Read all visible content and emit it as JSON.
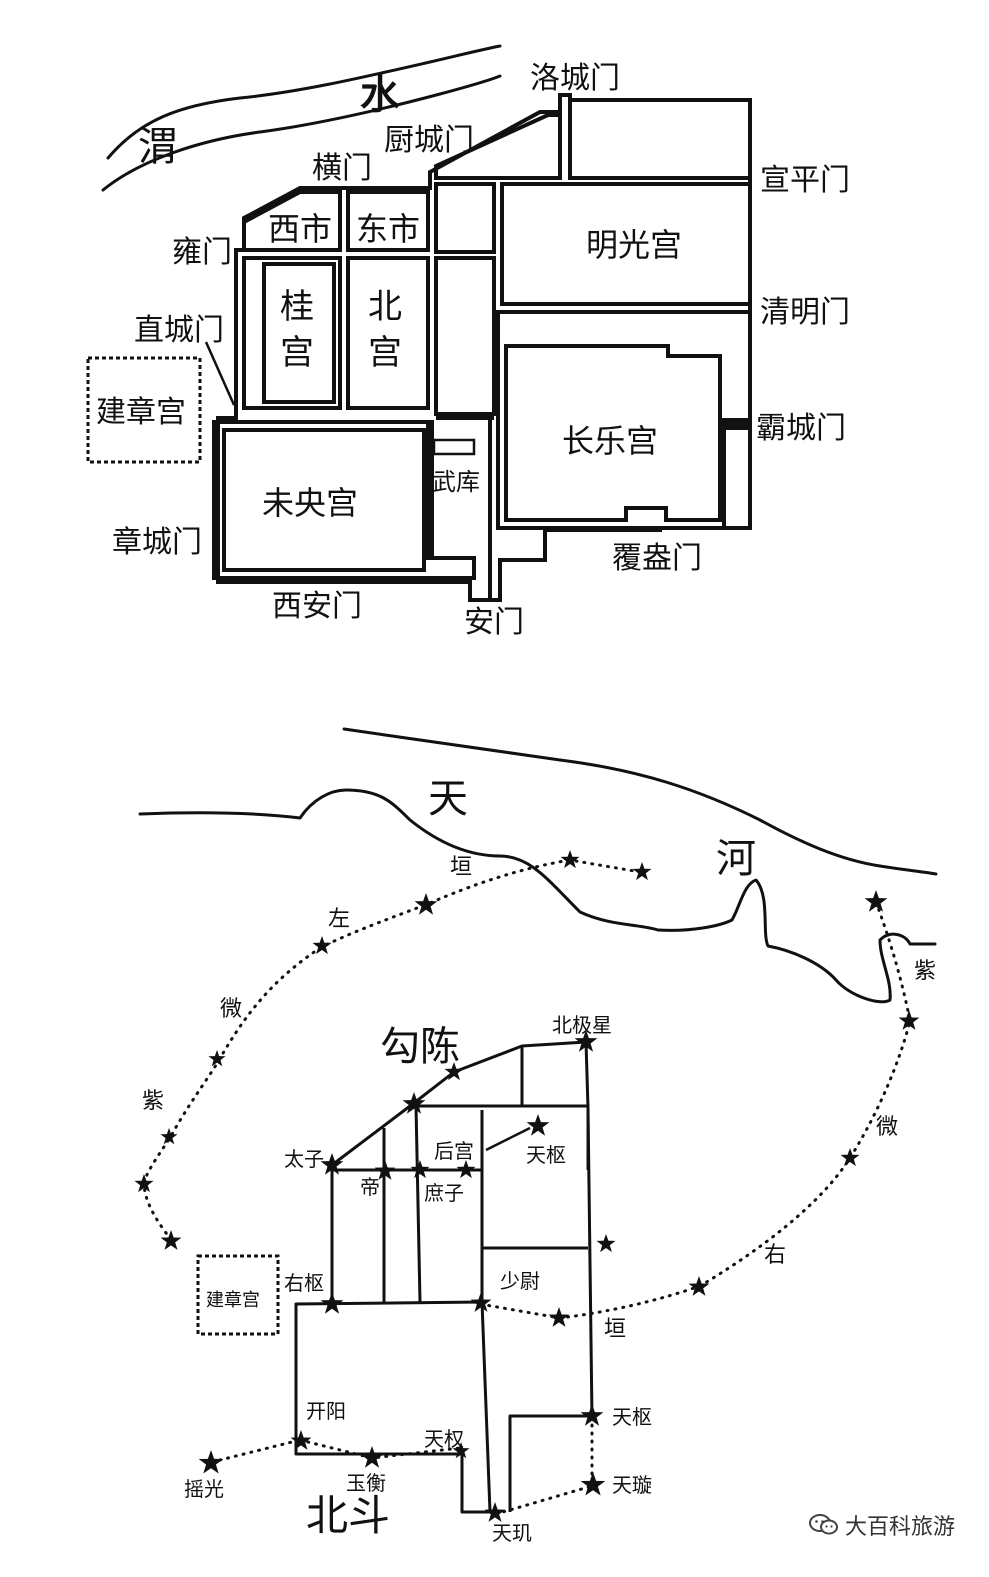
{
  "city": {
    "river": [
      "渭",
      "水"
    ],
    "gates": {
      "luocheng": "洛城门",
      "chucheng": "厨城门",
      "heng": "横门",
      "xuanping": "宣平门",
      "yong": "雍门",
      "zhicheng": "直城门",
      "qingming": "清明门",
      "bacheng": "霸城门",
      "zhangcheng": "章城门",
      "xian": "西安门",
      "an": "安门",
      "fuang": "覆盎门"
    },
    "areas": {
      "xishi": "西市",
      "dongshi": "东市",
      "mingguang": "明光宫",
      "gui": [
        "桂",
        "宫"
      ],
      "bei": [
        "北",
        "宫"
      ],
      "jianzhang": "建章宫",
      "changle": "长乐宫",
      "weiyang": "未央宫",
      "wuku": "武库"
    }
  },
  "sky": {
    "tianhe": [
      "天",
      "河"
    ],
    "left_wall": [
      "垣",
      "左",
      "微",
      "紫"
    ],
    "right_wall": [
      "紫",
      "微",
      "右",
      "垣"
    ],
    "gouchen": "勾陈",
    "beiji": "北极星",
    "taizi": "太子",
    "di": "帝",
    "shuzi": "庶子",
    "hougong": "后宫",
    "tianshu_top": "天枢",
    "youshu": "右枢",
    "shaowei": "少尉",
    "jianzhang": "建章宫",
    "kaiyang": "开阳",
    "yaoguang": "摇光",
    "yuheng": "玉衡",
    "tianquan": "天权",
    "tianji": "天玑",
    "tianshu": "天枢",
    "tianxuan": "天璇",
    "beidou": "北斗"
  },
  "watermark": "大百科旅游"
}
